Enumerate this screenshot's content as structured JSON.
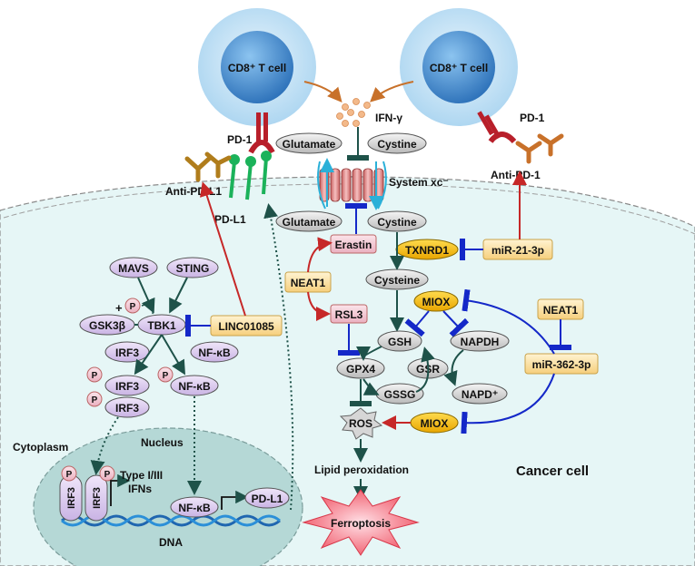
{
  "cells": {
    "cd8_left": "CD8⁺ T cell",
    "cd8_right": "CD8⁺ T cell",
    "cancer": "Cancer cell",
    "nucleus": "Nucleus",
    "cytoplasm": "Cytoplasm",
    "dna": "DNA"
  },
  "surface": {
    "pd1_left": "PD-1",
    "pd1_right": "PD-1",
    "pdl1": "PD-L1",
    "anti_pdl1": "Anti-PD-L1",
    "anti_pd1": "Anti-PD-1",
    "ifng": "IFN-γ",
    "system_xc": "System xc⁻"
  },
  "metabolites": {
    "glutamate_out": "Glutamate",
    "cystine_out": "Cystine",
    "glutamate_in": "Glutamate",
    "cystine_in": "Cystine",
    "cysteine": "Cysteine",
    "gsh": "GSH",
    "napdh": "NAPDH",
    "gsr": "GSR",
    "gpx4": "GPX4",
    "gssg": "GSSG",
    "napd_plus": "NAPD⁺",
    "ros": "ROS",
    "lipid_peroxidation": "Lipid peroxidation",
    "ferroptosis": "Ferroptosis"
  },
  "regulators": {
    "erastin": "Erastin",
    "rsl3": "RSL3",
    "neat1_left": "NEAT1",
    "neat1_right": "NEAT1",
    "txnrd1": "TXNRD1",
    "mir21": "miR-21-3p",
    "mir362": "miR-362-3p",
    "miox_top": "MIOX",
    "miox_bottom": "MIOX",
    "linc01085": "LINC01085"
  },
  "signaling": {
    "mavs": "MAVS",
    "sting": "STING",
    "gsk3b": "GSK3β",
    "tbk1": "TBK1",
    "irf3": "IRF3",
    "nfkb": "NF-κB",
    "irf3_p1": "IRF3",
    "irf3_p2": "IRF3",
    "nfkb_p": "NF-κB",
    "nfkb_nuc": "NF-κB",
    "pdl1_gene": "PD-L1",
    "irf3_nuc1": "IRF3",
    "irf3_nuc2": "IRF3",
    "type_ifn_line1": "Type I/III",
    "type_ifn_line2": "IFNs",
    "p": "P",
    "plus": "+"
  },
  "colors": {
    "tcell_outer": "#bfe0f5",
    "tcell_inner": "#3d8fd6",
    "cytoplasm": "#e6f6f6",
    "nucleus": "#b5d8d6",
    "lavender": "#d9c8ee",
    "orange_box": "#fde2a0",
    "miox": "#f5b800",
    "arrow_dark": "#1e5249",
    "arrow_red": "#c62828",
    "inhibit_blue": "#1428c8",
    "ferroptosis": "#f25c6a"
  }
}
